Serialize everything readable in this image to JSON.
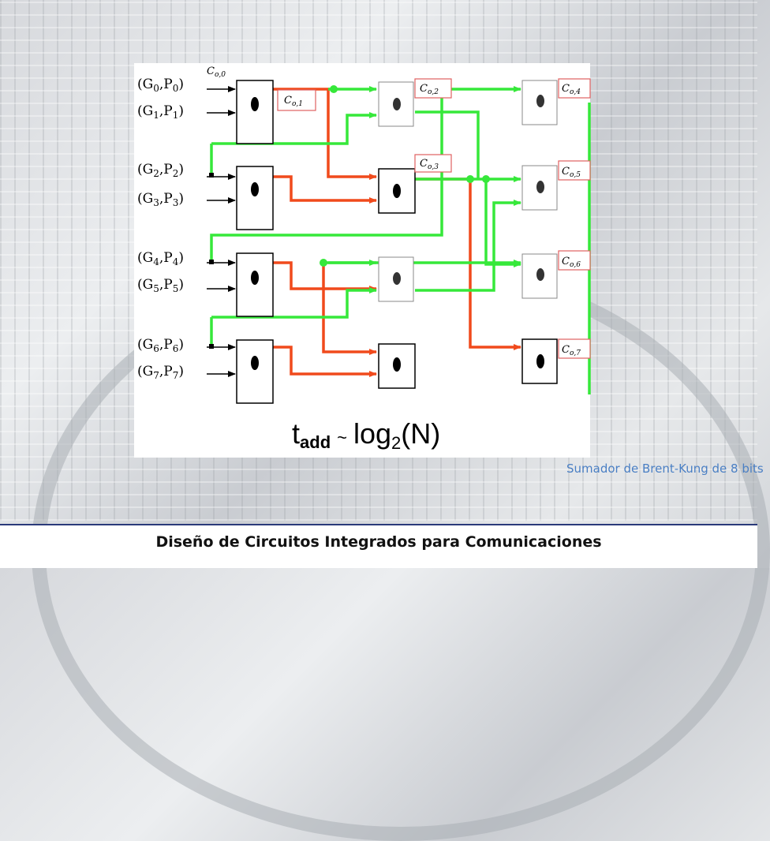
{
  "inputs": [
    {
      "g": "G",
      "i": "0",
      "p": "P",
      "j": "0"
    },
    {
      "g": "G",
      "i": "1",
      "p": "P",
      "j": "1"
    },
    {
      "g": "G",
      "i": "2",
      "p": "P",
      "j": "2"
    },
    {
      "g": "G",
      "i": "3",
      "p": "P",
      "j": "3"
    },
    {
      "g": "G",
      "i": "4",
      "p": "P",
      "j": "4"
    },
    {
      "g": "G",
      "i": "5",
      "p": "P",
      "j": "5"
    },
    {
      "g": "G",
      "i": "6",
      "p": "P",
      "j": "6"
    },
    {
      "g": "G",
      "i": "7",
      "p": "P",
      "j": "7"
    }
  ],
  "carries": {
    "c0": {
      "base": "C",
      "sub": "o,0"
    },
    "c1": {
      "base": "C",
      "sub": "o,1"
    },
    "c2": {
      "base": "C",
      "sub": "o,2"
    },
    "c3": {
      "base": "C",
      "sub": "o,3"
    },
    "c4": {
      "base": "C",
      "sub": "o,4"
    },
    "c5": {
      "base": "C",
      "sub": "o,5"
    },
    "c6": {
      "base": "C",
      "sub": "o,6"
    },
    "c7": {
      "base": "C",
      "sub": "o,7"
    }
  },
  "formula": {
    "t": "t",
    "add": "add",
    "tilde": "~",
    "log": "log",
    "base": "2",
    "arg": "(N)"
  },
  "caption": "Sumador de Brent-Kung de 8 bits",
  "footer": "Diseño de Circuitos Integrados  para Comunicaciones",
  "colors": {
    "red_wire": "#f04a1c",
    "green_wire": "#36e83a",
    "label_box_border": "#e06060"
  }
}
